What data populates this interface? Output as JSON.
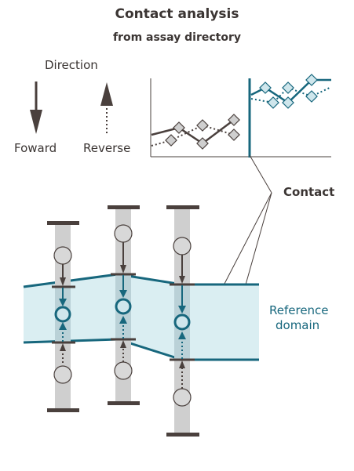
{
  "title": "Contact analysis",
  "subtitle": "from assay directory",
  "legend": {
    "heading": "Direction",
    "forward": "Foward",
    "reverse": "Reverse"
  },
  "contact_label": "Contact",
  "domain_label": {
    "line1": "Reference",
    "line2": "domain"
  },
  "colors": {
    "teal": "#17677d",
    "brown": "#4a403d",
    "domain_fill": "#daeef2",
    "rod_gray": "#cfcfcf",
    "marker_fill": "#cfe6ec"
  }
}
